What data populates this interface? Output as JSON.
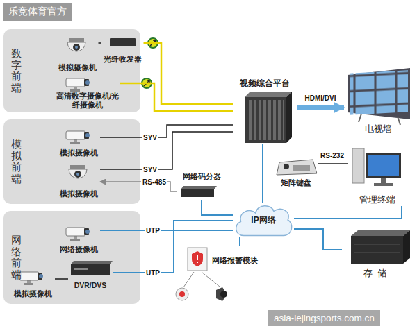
{
  "diagram": {
    "nodes": [
      {
        "text": [
          "数字前端"
        ]
      },
      {
        "text": [
          "模拟摄像机"
        ],
        "in": 0
      },
      {
        "text": [
          "光纤收发器"
        ],
        "in": 0
      },
      {
        "text": [
          "高清数字摄像机/光纤摄像机"
        ],
        "in": 0
      },
      {
        "text": [
          "模拟前端"
        ]
      },
      {
        "text": [
          "模拟摄像机"
        ],
        "in": 4
      },
      {
        "text": [
          "模拟摄像机"
        ],
        "in": 4
      },
      {
        "text": [
          "网络前端"
        ]
      },
      {
        "text": [
          "网络摄像机"
        ],
        "in": 7
      },
      {
        "text": [
          "DVR/DVS"
        ],
        "in": 7
      },
      {
        "text": [
          "模拟摄像机"
        ],
        "in": 7
      },
      {
        "text": [
          "视频综合平台"
        ]
      },
      {
        "text": [
          "电视墙"
        ]
      },
      {
        "text": [
          "矩阵键盘"
        ]
      },
      {
        "text": [
          "管理终端"
        ]
      },
      {
        "text": [
          "网络码分器"
        ]
      },
      {
        "text": [
          "IP网络"
        ]
      },
      {
        "text": [
          "网络报警模块"
        ]
      },
      {
        "text": [
          "存储"
        ]
      }
    ],
    "edges": [
      {
        "from": 1,
        "to": 2,
        "arrow": "none"
      },
      {
        "from": 2,
        "to": 11,
        "arrow": "none"
      },
      {
        "from": 3,
        "to": 11,
        "arrow": "none"
      },
      {
        "from": 5,
        "to": 11,
        "label": "SYV",
        "arrow": "none"
      },
      {
        "from": 6,
        "to": 11,
        "label": "SYV",
        "arrow": "none"
      },
      {
        "from": 15,
        "to": 6,
        "label": "RS-485",
        "arrow": "to"
      },
      {
        "from": 11,
        "to": 12,
        "label": "HDMI/DVI",
        "arrow": "to"
      },
      {
        "from": 13,
        "to": 14,
        "label": "RS-232",
        "arrow": "none"
      },
      {
        "from": 11,
        "to": 16,
        "arrow": "none"
      },
      {
        "from": 15,
        "to": 16,
        "arrow": "none"
      },
      {
        "from": 8,
        "to": 16,
        "label": "UTP",
        "arrow": "none"
      },
      {
        "from": 10,
        "to": 9,
        "arrow": "none"
      },
      {
        "from": 9,
        "to": 16,
        "label": "UTP",
        "arrow": "none"
      },
      {
        "from": 16,
        "to": 14,
        "arrow": "none"
      },
      {
        "from": 16,
        "to": 18,
        "arrow": "none"
      },
      {
        "from": 16,
        "to": 17,
        "arrow": "none"
      }
    ],
    "labels": [
      "乐竞体育官方",
      "asia-lejingsports.com.cn"
    ]
  }
}
